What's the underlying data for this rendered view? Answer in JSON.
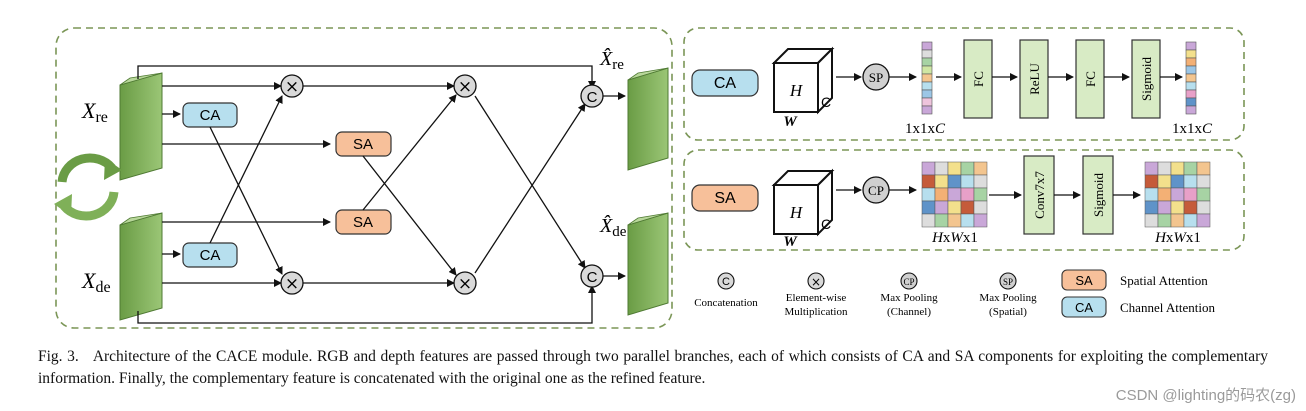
{
  "figure": {
    "main": {
      "input_rgb_label_base": "X",
      "input_rgb_label_sub": "re",
      "input_depth_label_base": "X",
      "input_depth_label_sub": "de",
      "output_rgb_label_base": "X̂",
      "output_rgb_label_sub": "re",
      "output_depth_label_base": "X̂",
      "output_depth_label_sub": "de",
      "ca_label": "CA",
      "sa_label": "SA",
      "multiply_symbol": "×",
      "concat_symbol": "C"
    },
    "ca_module": {
      "tag": "CA",
      "cube_h": "H",
      "cube_w": "W",
      "cube_c": "C",
      "pool_label": "SP",
      "vec_dim_1": "1x1x",
      "vec_dim_1_c": "C",
      "vec_dim_2": "1x1x",
      "vec_dim_2_c": "C",
      "layers": [
        "FC",
        "ReLU",
        "FC",
        "Sigmoid"
      ]
    },
    "sa_module": {
      "tag": "SA",
      "cube_h": "H",
      "cube_w": "W",
      "cube_c": "C",
      "pool_label": "CP",
      "map_dim_1_h": "H",
      "map_dim_1_x": "x",
      "map_dim_1_w": "W",
      "map_dim_1_tail": "x1",
      "map_dim_2_h": "H",
      "map_dim_2_x": "x",
      "map_dim_2_w": "W",
      "map_dim_2_tail": "x1",
      "layers": [
        "Conv7x7",
        "Sigmoid"
      ]
    },
    "legend": {
      "concat_symbol": "C",
      "concat_text": "Concatenation",
      "mult_symbol": "×",
      "mult_text_1": "Element-wise",
      "mult_text_2": "Multiplication",
      "cp_symbol": "CP",
      "cp_text_1": "Max Pooling",
      "cp_text_2": "(Channel)",
      "sp_symbol": "SP",
      "sp_text_1": "Max Pooling",
      "sp_text_2": "(Spatial)",
      "sa_tag": "SA",
      "sa_text": "Spatial Attention",
      "ca_tag": "CA",
      "ca_text": "Channel Attention"
    },
    "colors": {
      "green_dark": "#5e8f3e",
      "green_mid": "#8ab765",
      "green_light": "#a9cc87",
      "ca_fill": "#b7dfee",
      "sa_fill": "#f7c09a",
      "layer_fill": "#d8ebc5",
      "dash_border": "#7b9657"
    }
  },
  "caption": {
    "label": "Fig. 3.",
    "text": "Architecture of the CACE module. RGB and depth features are passed through two parallel branches, each of which consists of CA and SA components for exploiting the complementary information. Finally, the complementary feature is concatenated with the original one as the refined feature."
  },
  "watermark": "CSDN @lighting的码农(zg)"
}
